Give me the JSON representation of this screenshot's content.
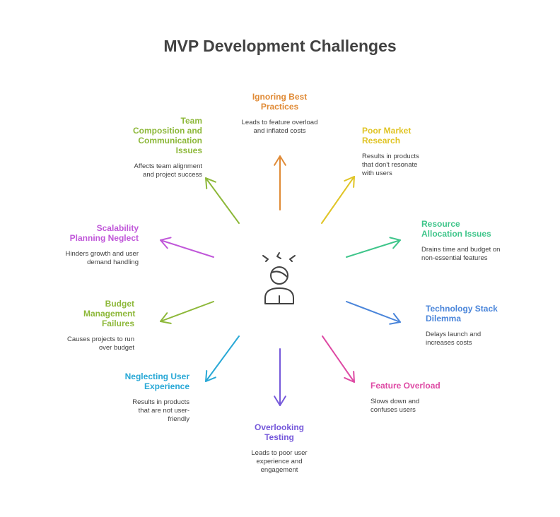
{
  "title": "MVP Development Challenges",
  "center_icon": "stressed-person-icon",
  "items": [
    {
      "id": "ignoring-best-practices",
      "title": "Ignoring Best Practices",
      "desc": "Leads to feature overload and inflated costs",
      "color": "#E08A35"
    },
    {
      "id": "poor-market-research",
      "title": "Poor Market Research",
      "desc": "Results in products that don't resonate with users",
      "color": "#E0C425"
    },
    {
      "id": "resource-allocation-issues",
      "title": "Resource Allocation Issues",
      "desc": "Drains time and budget on non-essential features",
      "color": "#3EC58A"
    },
    {
      "id": "technology-stack-dilemma",
      "title": "Technology Stack Dilemma",
      "desc": "Delays launch and increases costs",
      "color": "#4A85DA"
    },
    {
      "id": "feature-overload",
      "title": "Feature Overload",
      "desc": "Slows down and confuses users",
      "color": "#DE4AA4"
    },
    {
      "id": "overlooking-testing",
      "title": "Overlooking Testing",
      "desc": "Leads to poor user experience and engagement",
      "color": "#7558DA"
    },
    {
      "id": "neglecting-user-experience",
      "title": "Neglecting User Experience",
      "desc": "Results in products that are not user-friendly",
      "color": "#28A8D6"
    },
    {
      "id": "budget-management-failures",
      "title": "Budget Management Failures",
      "desc": "Causes projects to run over budget",
      "color": "#8DB839"
    },
    {
      "id": "scalability-planning-neglect",
      "title": "Scalability Planning Neglect",
      "desc": "Hinders growth and user demand handling",
      "color": "#C057D9"
    },
    {
      "id": "team-composition-communication",
      "title": "Team Composition and Communication Issues",
      "desc": "Affects team alignment and project success",
      "color": "#8DB839"
    }
  ]
}
